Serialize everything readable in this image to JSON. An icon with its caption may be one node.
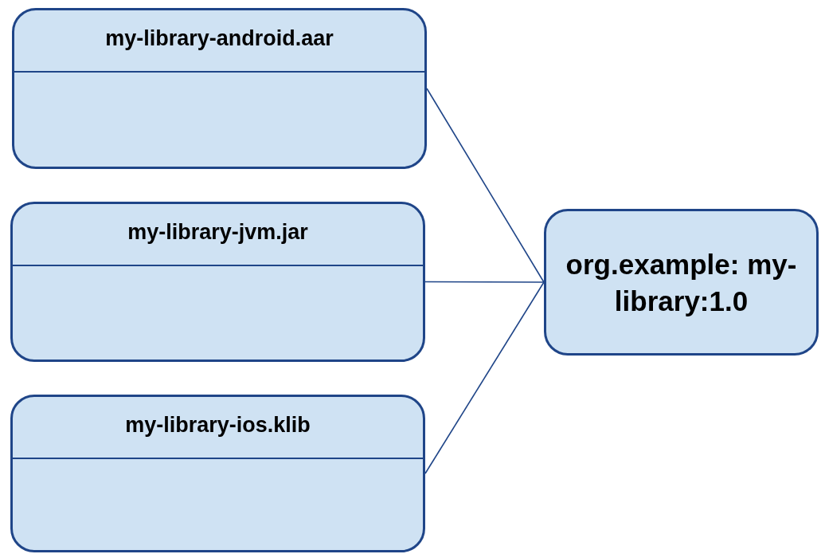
{
  "diagram": {
    "nodes": [
      {
        "text": [
          "my-library-android.aar"
        ]
      },
      {
        "text": [
          "my-library-jvm.jar"
        ]
      },
      {
        "text": [
          "my-library-ios.klib"
        ]
      },
      {
        "text": [
          "org.example: my-library:1.0"
        ]
      }
    ],
    "edges": [
      {
        "from": 0,
        "to": 3,
        "arrow": "none"
      },
      {
        "from": 1,
        "to": 3,
        "arrow": "none"
      },
      {
        "from": 2,
        "to": 3,
        "arrow": "none"
      }
    ]
  }
}
